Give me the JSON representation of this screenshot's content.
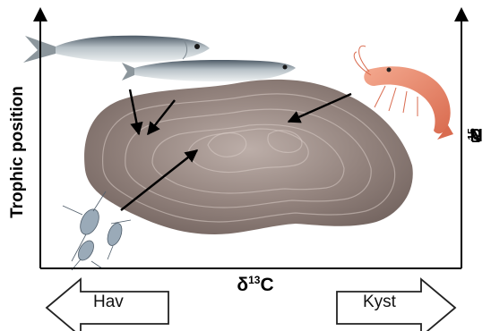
{
  "axes": {
    "y_left_label": "Trophic position",
    "y_right_label_main": "δ",
    "y_right_label_sup": "15",
    "y_right_label_end": "N",
    "x_label_main": "δ",
    "x_label_sup": "13",
    "x_label_end": "C"
  },
  "directions": {
    "left": "Hav",
    "right": "Kyst"
  },
  "colors": {
    "otolith": "#8a7a74",
    "shrimp": "#e98a6e",
    "fish": "#9aa4aa",
    "axis": "#000000"
  }
}
